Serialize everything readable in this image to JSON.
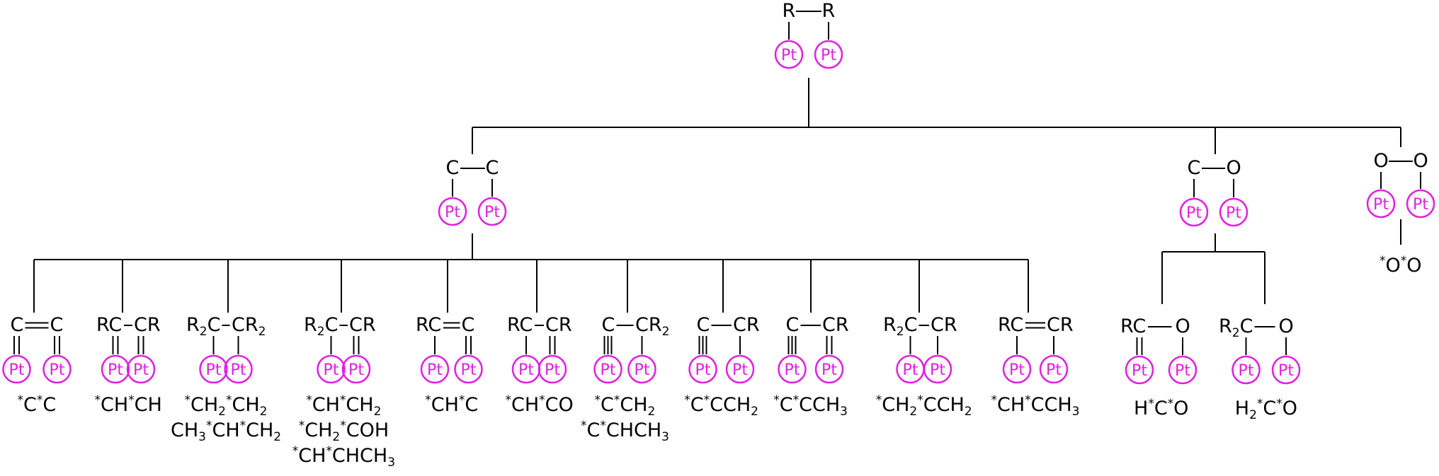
{
  "root": {
    "a": "R",
    "b": "R"
  },
  "metal": {
    "label": "Pt",
    "color": "#e020e0"
  },
  "branches": {
    "cc": {
      "a": "C",
      "b": "C"
    },
    "co": {
      "a": "C",
      "b": "O"
    },
    "oo": {
      "a": "O",
      "b": "O",
      "product": "*O*O"
    }
  },
  "cc_children": [
    {
      "a": "C",
      "b": "C",
      "bond": "double",
      "ma": "double",
      "mb": "double",
      "products": [
        "*C*C"
      ]
    },
    {
      "a": "RC",
      "b": "CR",
      "bond": "single",
      "ma": "double",
      "mb": "double",
      "products": [
        "*CH*CH"
      ]
    },
    {
      "a": "R_2C",
      "b": "CR_2",
      "bond": "single",
      "ma": "single",
      "mb": "single",
      "products": [
        "*CH_2*CH_2",
        "CH_3*CH*CH_2"
      ]
    },
    {
      "a": "R_2C",
      "b": "CR",
      "bond": "single",
      "ma": "single",
      "mb": "double",
      "products": [
        "*CH*CH_2",
        "*CH_2*COH",
        "*CH*CHCH_3"
      ]
    },
    {
      "a": "RC",
      "b": "C",
      "bond": "double",
      "ma": "single",
      "mb": "double",
      "products": [
        "*CH*C"
      ]
    },
    {
      "a": "RC",
      "b": "CR",
      "bond": "single",
      "ma": "single",
      "mb": "double",
      "products": [
        "*CH*CO"
      ]
    },
    {
      "a": "C",
      "b": "CR_2",
      "bond": "single",
      "ma": "triple",
      "mb": "single",
      "products": [
        "*C*CH_2",
        "*C*CHCH_3"
      ]
    },
    {
      "a": "C",
      "b": "CR",
      "bond": "single",
      "ma": "triple",
      "mb": "single",
      "products": [
        "*C*CCH_2"
      ]
    },
    {
      "a": "C",
      "b": "CR",
      "bond": "single",
      "ma": "triple",
      "mb": "double",
      "products": [
        "*C*CCH_3"
      ]
    },
    {
      "a": "R_2C",
      "b": "CR",
      "bond": "single",
      "ma": "single",
      "mb": "single",
      "products": [
        "*CH_2*CCH_2"
      ]
    },
    {
      "a": "RC",
      "b": "CR",
      "bond": "double",
      "ma": "single",
      "mb": "single",
      "products": [
        "*CH*CCH_3"
      ]
    }
  ],
  "co_children": [
    {
      "a": "RC",
      "b": "O",
      "bond": "single",
      "ma": "double",
      "mb": "single",
      "products": [
        "H*C*O"
      ]
    },
    {
      "a": "R_2C",
      "b": "O",
      "bond": "single",
      "ma": "single",
      "mb": "single",
      "products": [
        "H_2*C*O"
      ]
    }
  ]
}
